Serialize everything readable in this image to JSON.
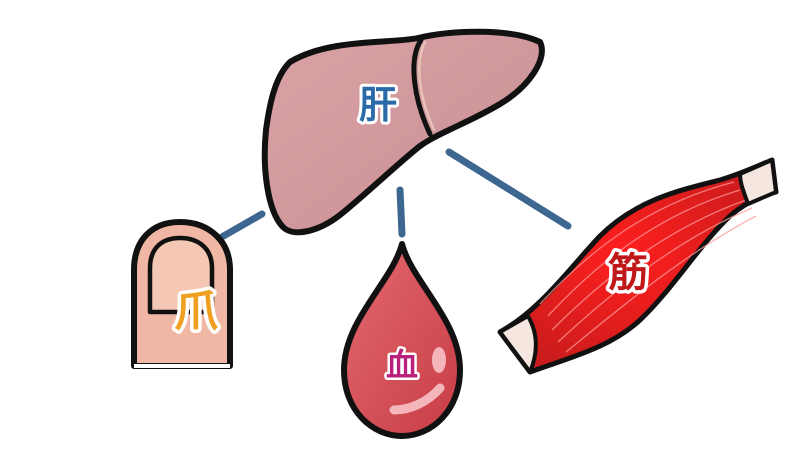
{
  "labels": {
    "liver": "肝",
    "nail": "爪",
    "blood": "血",
    "muscle": "筋"
  },
  "colors": {
    "liver": "#d49a9d",
    "liver_outline": "#111111",
    "nail_skin": "#f0b8a4",
    "nail_plate": "#f5c8b5",
    "blood": "#d94a52",
    "muscle": "#d42a2a",
    "tendon": "#f6e6e0",
    "connector": "#3d6690",
    "liver_label": "#2a6aa8",
    "nail_label": "#f0a020",
    "blood_label": "#b8207a",
    "muscle_label": "#c01818"
  },
  "icons": {
    "liver": "liver-icon",
    "nail": "fingernail-icon",
    "blood": "blood-drop-icon",
    "muscle": "muscle-icon"
  }
}
